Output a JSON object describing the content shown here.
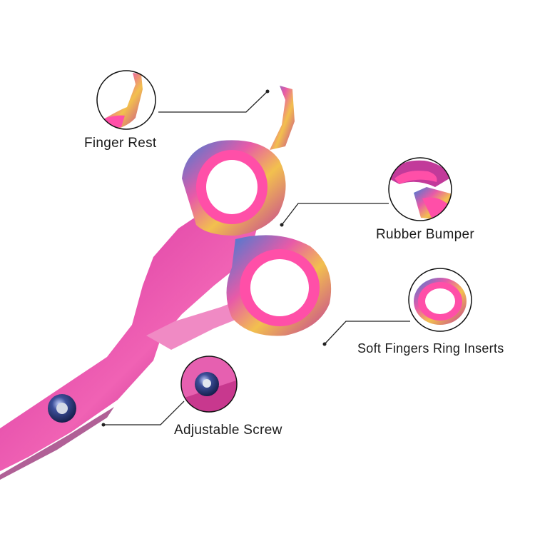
{
  "image": {
    "description_colors": {
      "shear_pink": "#e83fa0",
      "shear_magenta": "#b81f86",
      "insert_pink": "#ff4fa8",
      "iridescent_blue": "#3a7fd6",
      "iridescent_gold": "#e6b84a",
      "screw": "#2a3a78"
    }
  },
  "callouts": {
    "finger_rest": {
      "label": "Finger Rest",
      "icon": "finger-rest-detail"
    },
    "rubber_bumper": {
      "label": "Rubber Bumper",
      "icon": "rubber-bumper-detail"
    },
    "soft_rings": {
      "label": "Soft Fingers Ring Inserts",
      "icon": "ring-insert-detail"
    },
    "adjustable_screw": {
      "label": "Adjustable Screw",
      "icon": "screw-detail"
    }
  }
}
